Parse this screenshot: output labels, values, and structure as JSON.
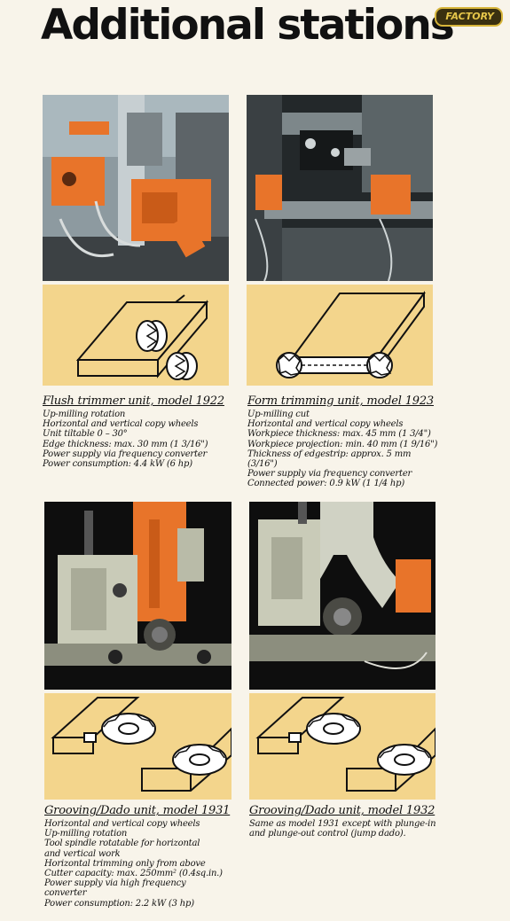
{
  "page_title": "Additional stations",
  "badge": "FACTORY",
  "colors": {
    "accent_orange": "#e8742a",
    "diagram_bg": "#f3d58c",
    "page_bg": "#f8f4ea"
  },
  "units": [
    {
      "heading": "Flush trimmer unit, model 1922",
      "lines": [
        "Up-milling rotation",
        "Horizontal and vertical copy wheels",
        "Unit tiltable 0 – 30°",
        "Edge thickness: max. 30 mm (1 3/16\")",
        "Power supply via frequency converter",
        "Power consumption: 4.4 kW (6 hp)"
      ]
    },
    {
      "heading": "Form trimming unit, model 1923",
      "lines": [
        "Up-milling cut",
        "Horizontal and vertical copy wheels",
        "Workpiece thickness: max. 45 mm (1 3/4\")",
        "Workpiece projection: min. 40 mm (1 9/16\")",
        "Thickness of edgestrip: approx. 5 mm",
        "(3/16\")",
        "Power supply via frequency converter",
        "Connected power: 0.9 kW (1 1/4 hp)"
      ]
    },
    {
      "heading": "Grooving/Dado unit, model 1931",
      "lines": [
        "Horizontal and vertical copy wheels",
        "Up-milling rotation",
        "Tool spindle rotatable for horizontal",
        "and vertical work",
        "Horizontal trimming only from above",
        "Cutter capacity: max. 250mm² (0.4sq.in.)",
        "Power supply via high frequency",
        "converter",
        "Power consumption: 2.2 kW (3 hp)"
      ]
    },
    {
      "heading": "Grooving/Dado unit, model 1932",
      "lines": [
        "Same as model 1931 except with plunge-in",
        "and plunge-out control (jump dado)."
      ]
    }
  ]
}
